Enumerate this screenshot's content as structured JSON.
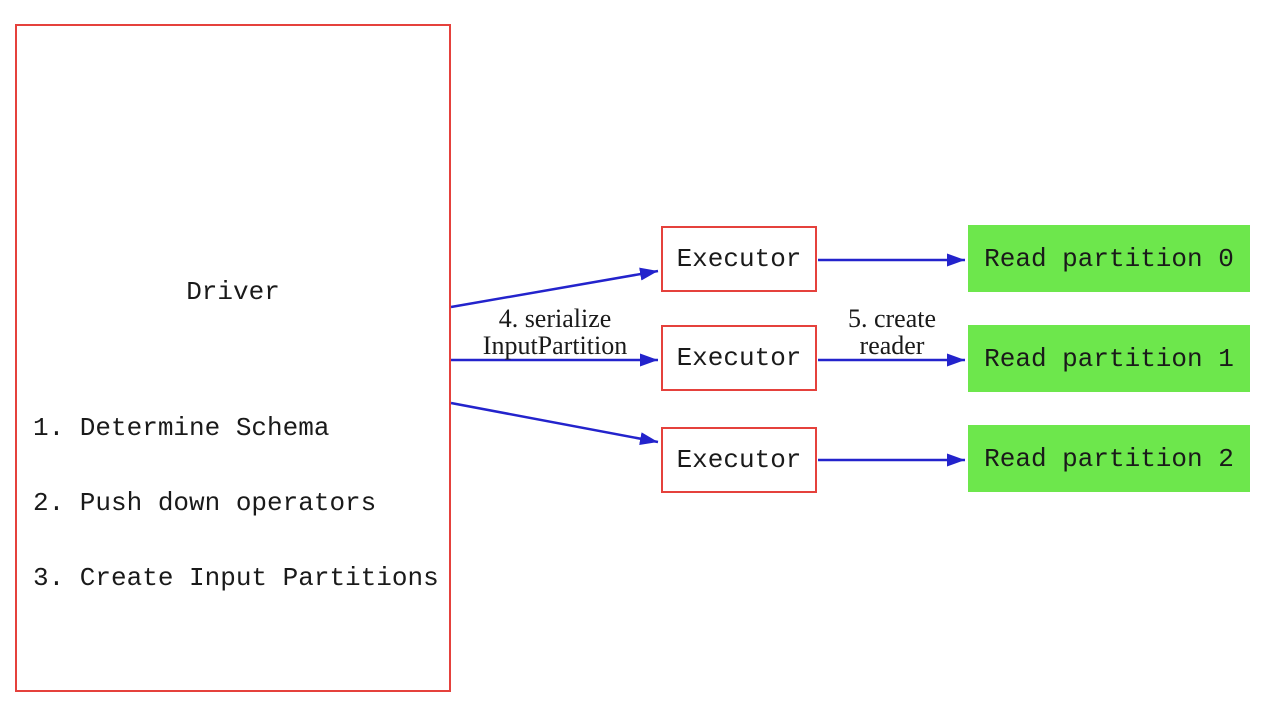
{
  "diagram": {
    "driver": {
      "title": "Driver",
      "steps": [
        "1. Determine Schema",
        "2. Push down operators",
        "3. Create Input Partitions"
      ]
    },
    "executors": [
      {
        "label": "Executor"
      },
      {
        "label": "Executor"
      },
      {
        "label": "Executor"
      }
    ],
    "partitions": [
      {
        "label": "Read partition 0"
      },
      {
        "label": "Read partition 1"
      },
      {
        "label": "Read partition 2"
      }
    ],
    "arrow_labels": {
      "serialize_line1": "4. serialize",
      "serialize_line2": "InputPartition",
      "reader_line1": "5. create",
      "reader_line2": "reader"
    },
    "colors": {
      "box_border": "#e5413c",
      "arrow": "#2323cc",
      "partition_fill": "#6de74c",
      "text": "#1a1a1a",
      "background": "#ffffff"
    }
  }
}
